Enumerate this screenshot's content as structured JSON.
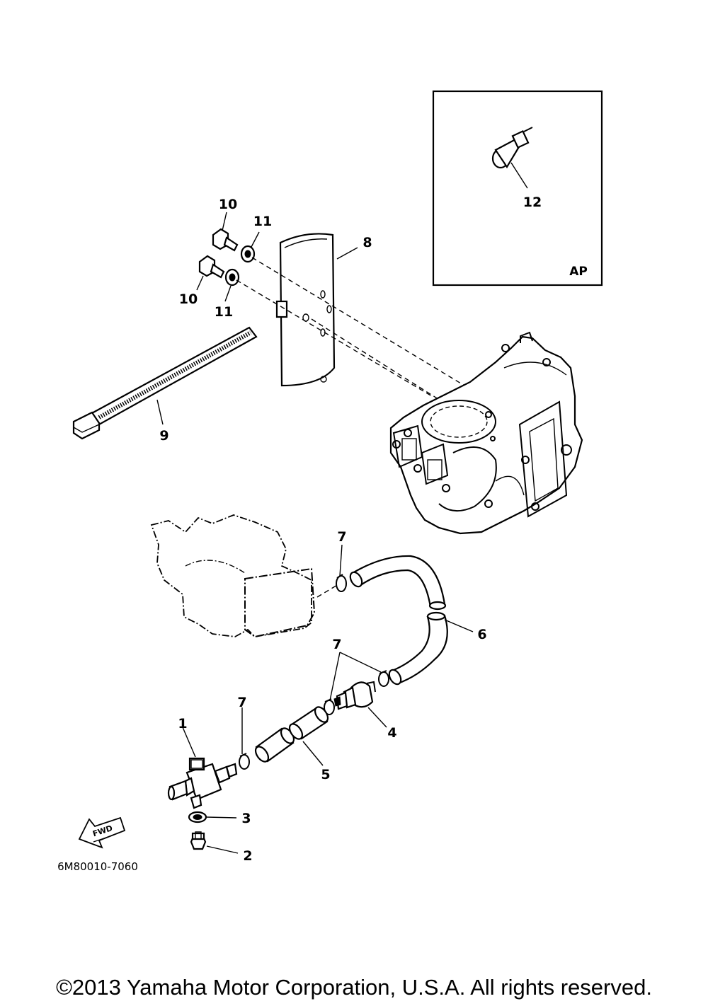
{
  "inset": {
    "label": "AP"
  },
  "callouts": {
    "c1": "1",
    "c2": "2",
    "c3": "3",
    "c4": "4",
    "c5": "5",
    "c6": "6",
    "c7a": "7",
    "c7b": "7",
    "c7c": "7",
    "c8": "8",
    "c9": "9",
    "c10a": "10",
    "c10b": "10",
    "c11a": "11",
    "c11b": "11",
    "c12": "12"
  },
  "fwd_label": "FWD",
  "diagram_code": "6M80010-7060",
  "copyright": "©2013 Yamaha Motor Corporation, U.S.A. All rights reserved."
}
